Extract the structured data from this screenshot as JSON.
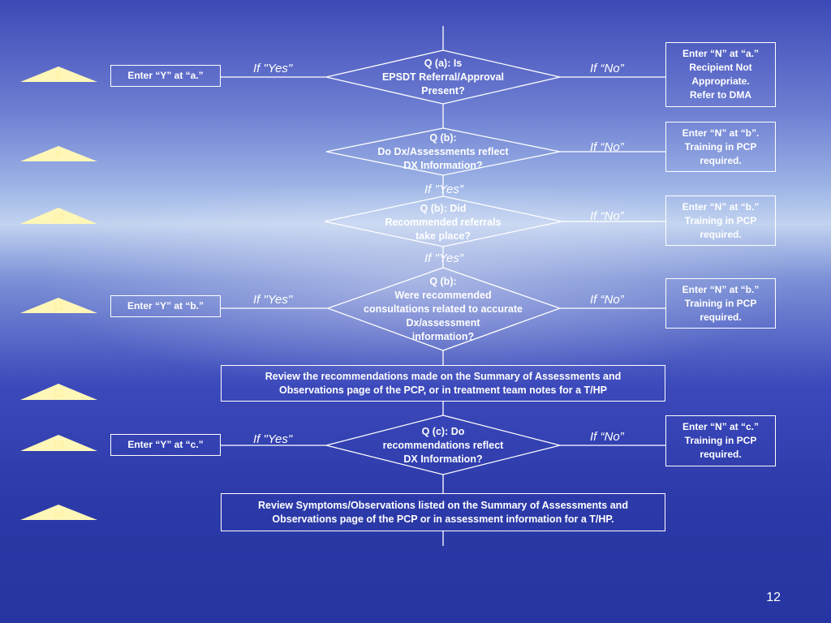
{
  "steps": [
    "8",
    "9",
    "10",
    "11",
    "12",
    "13",
    "14"
  ],
  "questions": {
    "q_a": "Q (a):  Is\nEPSDT Referral/Approval\nPresent?",
    "q_b1": "Q (b):\nDo Dx/Assessments reflect\nDX Information?",
    "q_b2": "Q (b): Did\nRecommended referrals\ntake place?",
    "q_b3": "Q (b):\nWere recommended\nconsultations related to accurate\nDx/assessment\ninformation?",
    "q_c": "Q (c): Do\nrecommendations reflect\nDX Information?"
  },
  "yes_boxes": {
    "a": "Enter “Y” at “a.”",
    "b": "Enter “Y” at “b.”",
    "c": "Enter “Y” at “c.”"
  },
  "no_boxes": {
    "a": "Enter “N” at “a.”\nRecipient Not\nAppropriate.\nRefer to DMA",
    "b1": "Enter “N” at “b”.\nTraining in PCP\nrequired.",
    "b2": "Enter “N” at “b.”\nTraining in PCP\nrequired.",
    "b3": "Enter “N” at “b.”\nTraining in PCP\nrequired.",
    "c": "Enter “N” at “c.”\nTraining in PCP\nrequired."
  },
  "review_boxes": {
    "r1": "Review the recommendations made on the Summary of Assessments and\nObservations page of the PCP, or in treatment team notes for a T/HP",
    "r2": "Review Symptoms/Observations listed on the Summary of Assessments and\nObservations page of the PCP or in assessment information for a T/HP."
  },
  "labels": {
    "if_yes": "If \"Yes\"",
    "if_yes_curly": "If \"Yes”",
    "if_no": "If “No”"
  },
  "page_number": "12",
  "colors": {
    "step_triangle": "#fff7b8",
    "line": "#ffffff",
    "text": "#ffffff"
  }
}
